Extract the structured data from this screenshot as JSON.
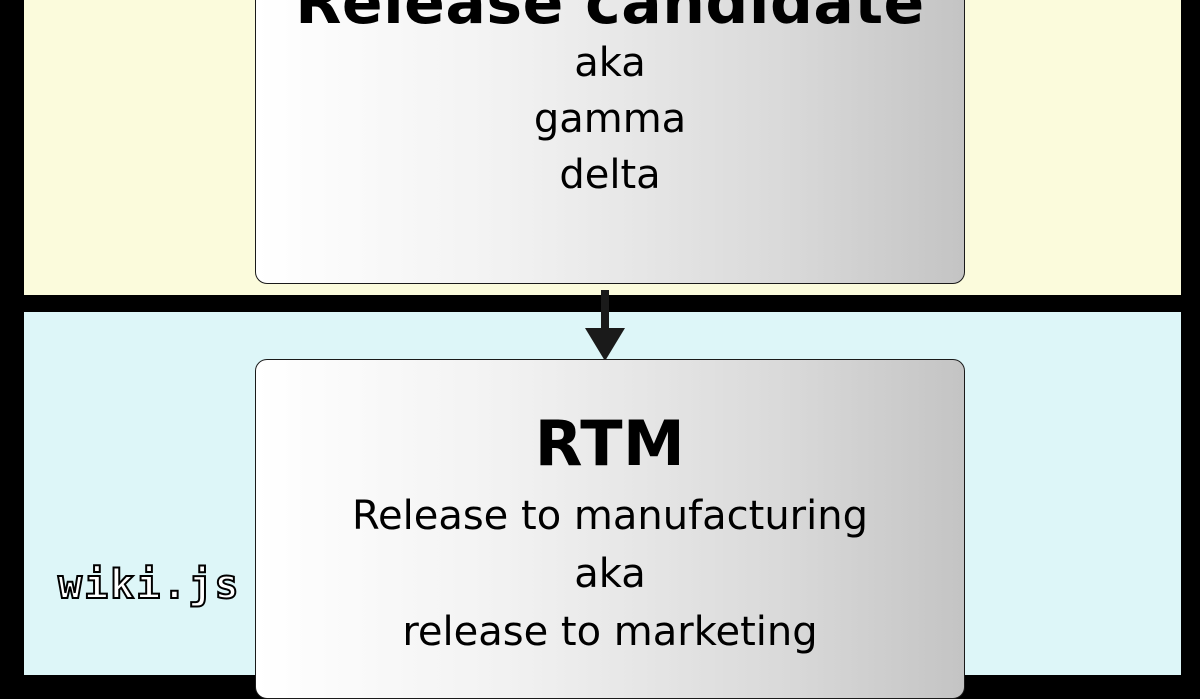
{
  "stages": [
    {
      "title": "Release candidate",
      "lines": [
        "aka",
        "gamma",
        "delta"
      ]
    },
    {
      "title": "RTM",
      "lines": [
        "Release to manufacturing",
        "aka",
        "release to marketing"
      ]
    }
  ],
  "watermark": "wiki.js",
  "colors": {
    "top_band": "#fbfbdc",
    "bottom_band": "#ddf6f8",
    "background": "#000000"
  }
}
